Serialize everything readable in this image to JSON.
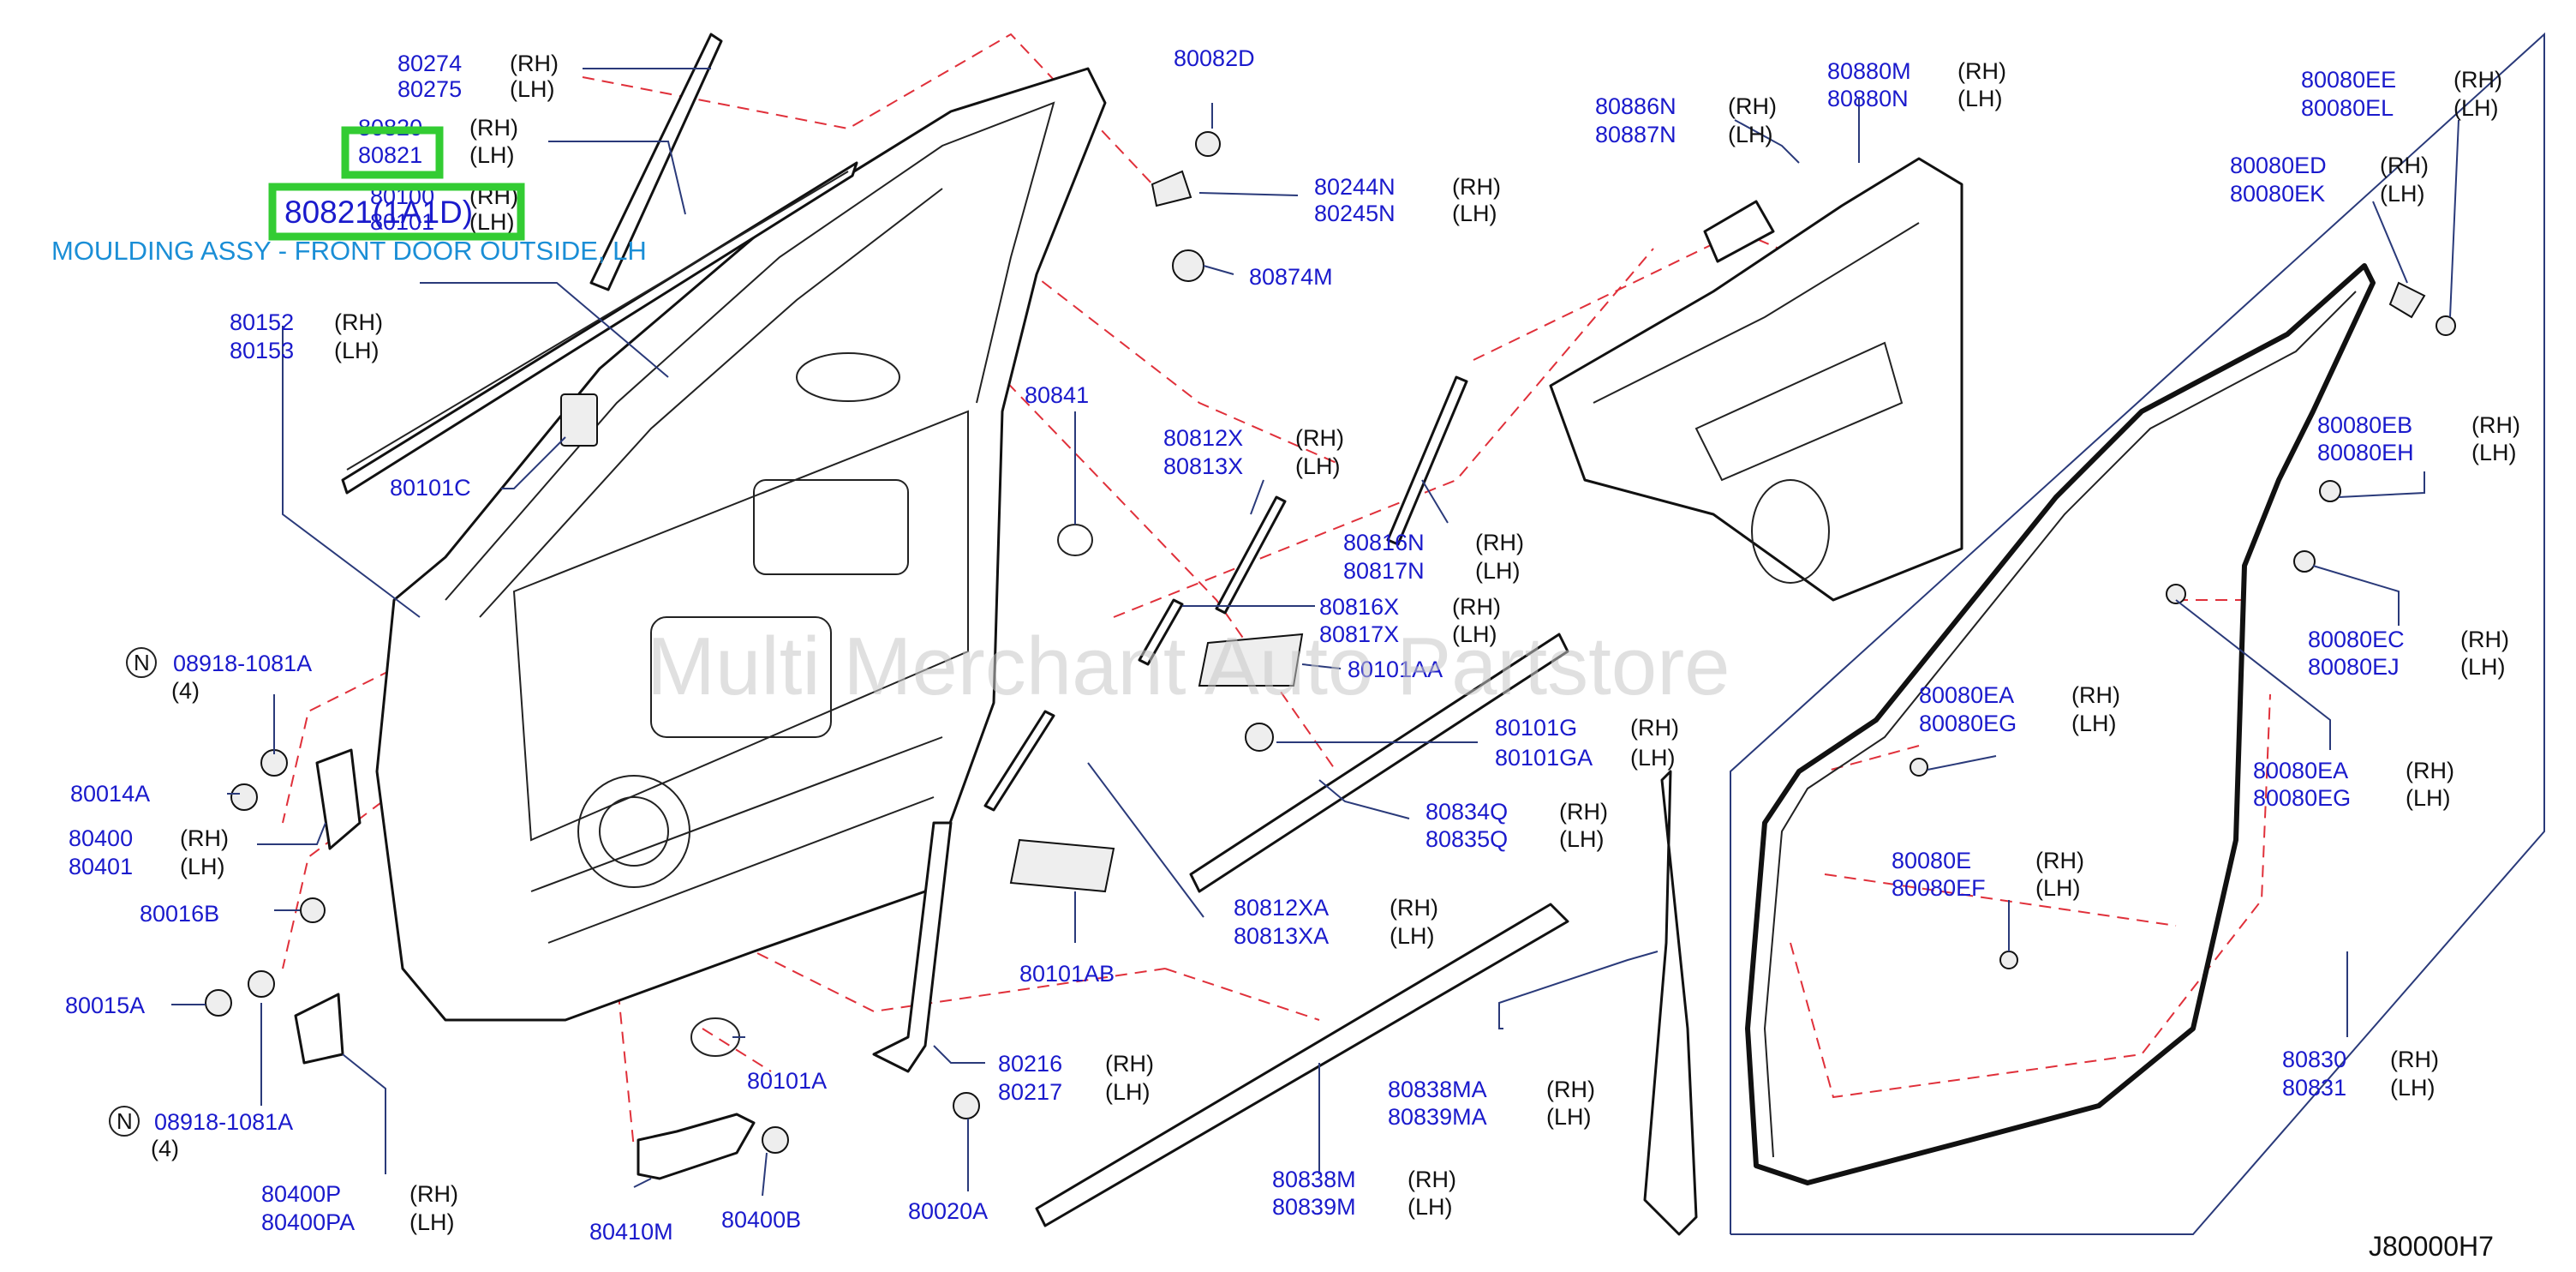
{
  "diagram_code": "J80000H7",
  "watermark": "Multi Merchant Auto Partstore",
  "highlight": {
    "part": "80821",
    "big_label": "80821(1A1D)",
    "tooltip": "MOULDING ASSY - FRONT DOOR OUTSIDE, LH"
  },
  "notes": {
    "n_symbol": "N",
    "qty_4": "(4)"
  },
  "labels": {
    "l80274": "80274",
    "l80275": "80275",
    "l80820": "80820",
    "l80821": "80821",
    "l80100": "80100",
    "l80101": "80101",
    "l80152": "80152",
    "l80153": "80153",
    "l80101C": "80101C",
    "l08918a": "08918-1081A",
    "l08918b": "08918-1081A",
    "l80014A": "80014A",
    "l80400": "80400",
    "l80401": "80401",
    "l80016B": "80016B",
    "l80015A": "80015A",
    "l80400P": "80400P",
    "l80400PA": "80400PA",
    "l80410M": "80410M",
    "l80400B": "80400B",
    "l80020A": "80020A",
    "l80101A": "80101A",
    "l80216": "80216",
    "l80217": "80217",
    "l80082D": "80082D",
    "l80244N": "80244N",
    "l80245N": "80245N",
    "l80874M": "80874M",
    "l80841": "80841",
    "l80812X": "80812X",
    "l80813X": "80813X",
    "l80816N": "80816N",
    "l80817N": "80817N",
    "l80816X": "80816X",
    "l80817X": "80817X",
    "l80101AA": "80101AA",
    "l80101G": "80101G",
    "l80101GA": "80101GA",
    "l80834Q": "80834Q",
    "l80835Q": "80835Q",
    "l80812XA": "80812XA",
    "l80813XA": "80813XA",
    "l80101AB": "80101AB",
    "l80838MA": "80838MA",
    "l80839MA": "80839MA",
    "l80838M": "80838M",
    "l80839M": "80839M",
    "l80886N": "80886N",
    "l80887N": "80887N",
    "l80880M": "80880M",
    "l80880N": "80880N",
    "l80080EE": "80080EE",
    "l80080EL": "80080EL",
    "l80080ED": "80080ED",
    "l80080EK": "80080EK",
    "l80080EB": "80080EB",
    "l80080EH": "80080EH",
    "l80080EC": "80080EC",
    "l80080EJ": "80080EJ",
    "l80080EA": "80080EA",
    "l80080EG": "80080EG",
    "l80080EA2": "80080EA",
    "l80080EG2": "80080EG",
    "l80080E": "80080E",
    "l80080EF": "80080EF",
    "l80830": "80830",
    "l80831": "80831"
  },
  "side": {
    "rh": "(RH)",
    "lh": "(LH)"
  }
}
